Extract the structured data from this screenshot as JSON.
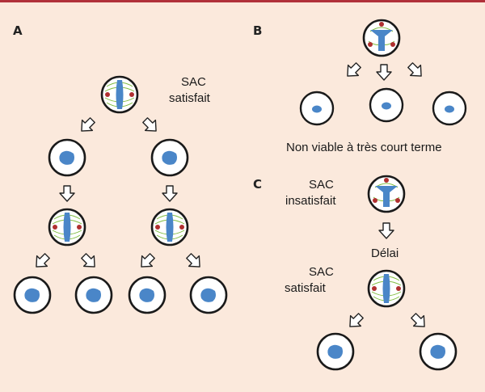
{
  "panels": {
    "a": {
      "letter": "A",
      "sac_line1": "SAC",
      "sac_line2": "satisfait"
    },
    "b": {
      "letter": "B",
      "caption": "Non viable à très court terme"
    },
    "c": {
      "letter": "C",
      "sac_line1": "SAC",
      "sac_line2": "insatisfait",
      "delay": "Délai",
      "sac2_line1": "SAC",
      "sac2_line2": "satisfait"
    }
  },
  "colors": {
    "background": "#fbe9dc",
    "border": "#b0303a",
    "chromatin": "#4a86c8",
    "spindle": "#7dbb3c",
    "kinetochore": "#b03030",
    "outline": "#1a1a1a"
  }
}
